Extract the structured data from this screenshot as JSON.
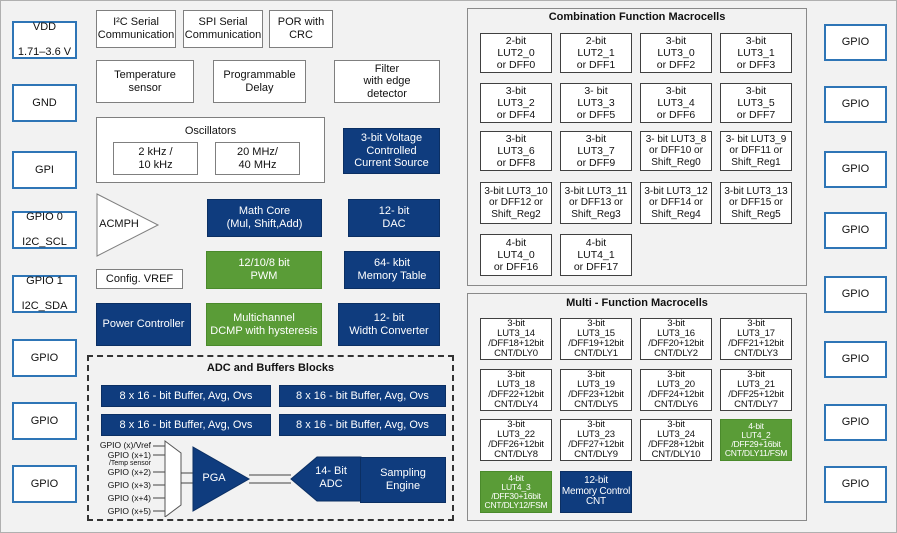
{
  "left_pins": [
    {
      "line1": "VDD",
      "line2": "1.71–3.6 V"
    },
    {
      "line1": "GND",
      "line2": ""
    },
    {
      "line1": "GPI",
      "line2": ""
    },
    {
      "line1": "GPIO 0",
      "line2": "I2C_SCL"
    },
    {
      "line1": "GPIO 1",
      "line2": "I2C_SDA"
    },
    {
      "line1": "GPIO",
      "line2": ""
    },
    {
      "line1": "GPIO",
      "line2": ""
    },
    {
      "line1": "GPIO",
      "line2": ""
    }
  ],
  "right_pins": [
    "GPIO",
    "GPIO",
    "GPIO",
    "GPIO",
    "GPIO",
    "GPIO",
    "GPIO",
    "GPIO"
  ],
  "blocks": {
    "i2c": "I²C Serial\nCommunication",
    "spi": "SPI Serial\nCommunication",
    "por": "POR with\nCRC",
    "temp": "Temperature\nsensor",
    "delay": "Programmable\nDelay",
    "filter": "Filter\nwith edge\ndetector",
    "oscillators": "Oscillators",
    "osc_lf": "2 kHz /\n10 kHz",
    "osc_hf": "20 MHz/\n40 MHz",
    "vref_cs": "3-bit Voltage\nControlled\nCurrent Source",
    "acmph": "ACMPH",
    "math": "Math Core\n(Mul, Shift,Add)",
    "dac": "12- bit\nDAC",
    "pwm": "12/10/8 bit\nPWM",
    "memtable": "64- kbit\nMemory Table",
    "config_vref": "Config. VREF",
    "power": "Power Controller",
    "dcmp": "Multichannel\nDCMP with hysteresis",
    "width": "12- bit\nWidth Converter"
  },
  "adc_panel": {
    "title": "ADC and Buffers Blocks",
    "buffers": [
      "8 x 16  - bit Buffer, Avg, Ovs",
      "8 x 16  - bit Buffer, Avg, Ovs",
      "8 x 16  - bit Buffer, Avg, Ovs",
      "8 x 16  - bit Buffer, Avg, Ovs"
    ],
    "gpio_inputs": [
      "GPIO (x)/Vref",
      "GPIO (x+1)",
      "/Temp sensor",
      "GPIO (x+2)",
      "GPIO (x+3)",
      "GPIO (x+4)",
      "GPIO (x+5)"
    ],
    "pga": "PGA",
    "adc": "14- Bit\nADC",
    "sampling": "Sampling\nEngine"
  },
  "combination": {
    "title": "Combination Function Macrocells",
    "cells": [
      "2-bit\nLUT2_0\nor DFF0",
      "2-bit\nLUT2_1\nor DFF1",
      "3-bit\nLUT3_0\nor DFF2",
      "3-bit\nLUT3_1\nor DFF3",
      "3-bit\nLUT3_2\nor DFF4",
      "3- bit\nLUT3_3\nor DFF5",
      "3-bit\nLUT3_4\nor DFF6",
      "3-bit\nLUT3_5\nor DFF7",
      "3-bit\nLUT3_6\nor DFF8",
      "3-bit\nLUT3_7\nor DFF9",
      "3- bit LUT3_8\nor DFF10 or\nShift_Reg0",
      "3- bit LUT3_9\nor DFF11 or\nShift_Reg1",
      "3-bit LUT3_10\nor DFF12 or\nShift_Reg2",
      "3-bit LUT3_11\nor DFF13 or\nShift_Reg3",
      "3-bit LUT3_12\nor DFF14 or\nShift_Reg4",
      "3-bit LUT3_13\nor DFF15 or\nShift_Reg5",
      "4-bit\nLUT4_0\nor DFF16",
      "4-bit\nLUT4_1\nor DFF17"
    ]
  },
  "multi": {
    "title": "Multi - Function Macrocells",
    "cells": [
      "3-bit\nLUT3_14\n/DFF18+12bit\nCNT/DLY0",
      "3-bit\nLUT3_15\n/DFF19+12bit\nCNT/DLY1",
      "3-bit\nLUT3_16\n/DFF20+12bit\nCNT/DLY2",
      "3-bit\nLUT3_17\n/DFF21+12bit\nCNT/DLY3",
      "3-bit\nLUT3_18\n/DFF22+12bit\nCNT/DLY4",
      "3-bit\nLUT3_19\n/DFF23+12bit\nCNT/DLY5",
      "3-bit\nLUT3_20\n/DFF24+12bit\nCNT/DLY6",
      "3-bit\nLUT3_21\n/DFF25+12bit\nCNT/DLY7",
      "3-bit\nLUT3_22\n/DFF26+12bit\nCNT/DLY8",
      "3-bit\nLUT3_23\n/DFF27+12bit\nCNT/DLY9",
      "3-bit\nLUT3_24\n/DFF28+12bit\nCNT/DLY10",
      "4-bit\nLUT4_2\n/DFF29+16bit\nCNT/DLY11/FSM",
      "4-bit\nLUT4_3\n/DFF30+16bit\nCNT/DLY12/FSM",
      "12-bit\nMemory Control\nCNT"
    ]
  }
}
